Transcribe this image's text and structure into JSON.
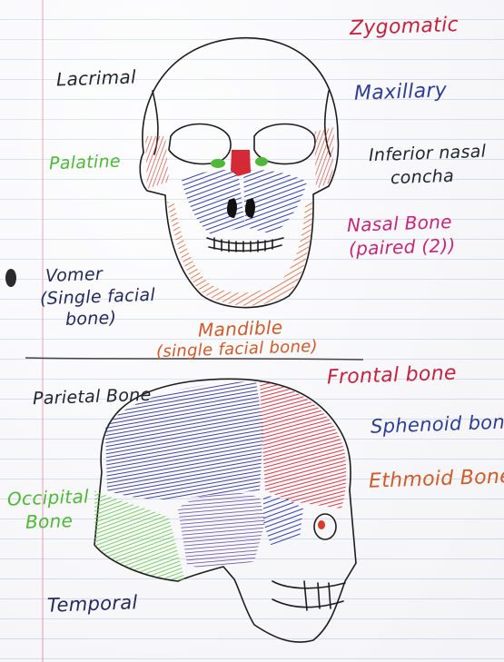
{
  "labels": {
    "zygomatic": "Zygomatic",
    "lacrimal": "Lacrimal",
    "maxillary": "Maxillary",
    "palatine": "Palatine",
    "inferior_nasal_1": "Inferior nasal",
    "inferior_nasal_2": "concha",
    "nasal_bone_1": "Nasal Bone",
    "nasal_bone_2": "(paired (2))",
    "vomer_1": "Vomer",
    "vomer_2": "(Single facial",
    "vomer_3": "bone)",
    "mandible_1": "Mandible",
    "mandible_2": "(single facial bone)",
    "frontal": "Frontal bone",
    "parietal": "Parietal Bone",
    "sphenoid": "Sphenoid bone",
    "ethmoid": "Ethmoid Bone",
    "occipital_1": "Occipital",
    "occipital_2": "Bone",
    "temporal": "Temporal"
  },
  "colors": {
    "red": "#c4223f",
    "blue": "#2d3e94",
    "navy": "#242a5a",
    "green": "#4fb838",
    "orange": "#cf5a2a",
    "magenta": "#c3277a",
    "purple": "#5a3f9a"
  }
}
